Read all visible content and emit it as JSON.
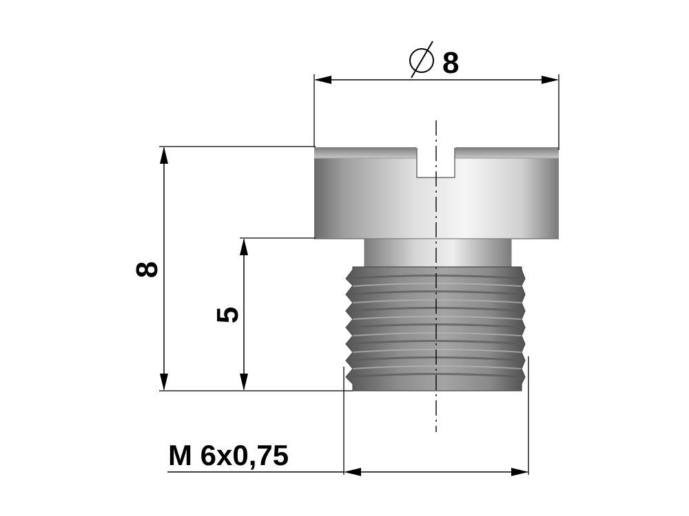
{
  "dimensions": {
    "diameter_symbol": "⌀",
    "diameter_value": "8",
    "total_height": "8",
    "thread_length": "5",
    "thread_spec": "M 6x0,75"
  },
  "colors": {
    "background": "#ffffff",
    "line": "#000000",
    "head_light": "#f4f4f4",
    "head_dark": "#5c5c5c",
    "thread_mid": "#9a9a9a",
    "thread_dark": "#4e4e4e"
  }
}
